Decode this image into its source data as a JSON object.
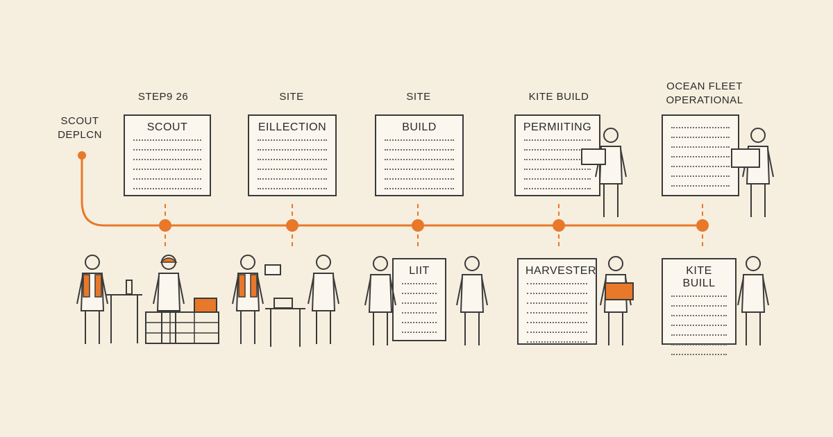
{
  "colors": {
    "accent": "#e8782a",
    "ink": "#3a3a3a",
    "paper": "#fbf7ee",
    "bg": "#f6efdf"
  },
  "start_label": {
    "line1": "SCOUT",
    "line2": "DEPLCN"
  },
  "milestones": [
    {
      "above": "STEP9 26",
      "card_title": "SCOUT"
    },
    {
      "above": "SITE",
      "card_title": "EILLECTION"
    },
    {
      "above": "SITE",
      "card_title": "BUILD"
    },
    {
      "above": "KITE BUILD",
      "card_title": "PERMIITING"
    },
    {
      "above_l1": "OCEAN FLEET",
      "above_l2": "OPERATIONAL",
      "card_title": ""
    }
  ],
  "lower_cards": [
    {
      "title": "LIIT"
    },
    {
      "title": "HARVESTER"
    },
    {
      "title": "KITE BUILL"
    }
  ]
}
